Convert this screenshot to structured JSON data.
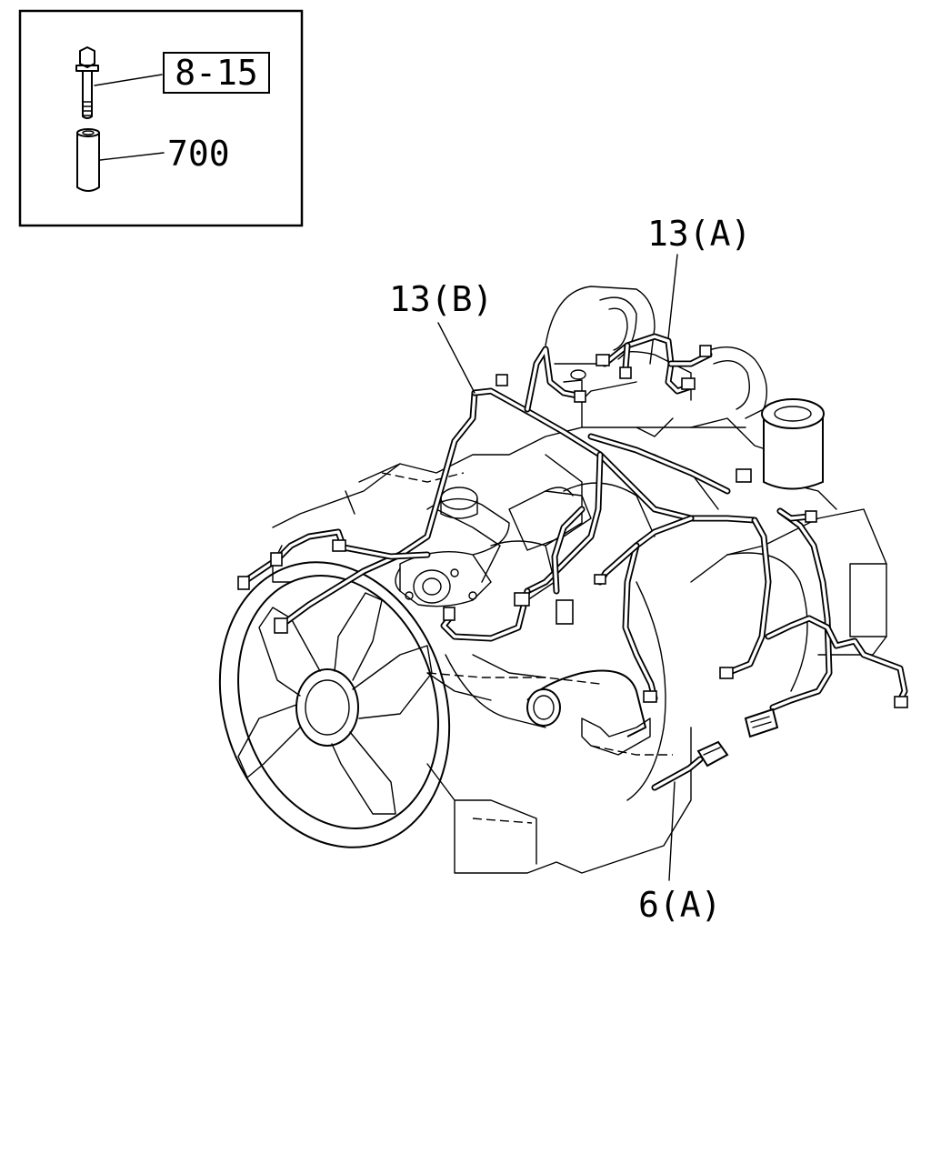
{
  "inset": {
    "callout_boxed": "8-15",
    "callout_part": "700"
  },
  "callouts": {
    "harness_a": "13(A)",
    "harness_b": "13(B)",
    "sensor": "6(A)"
  }
}
